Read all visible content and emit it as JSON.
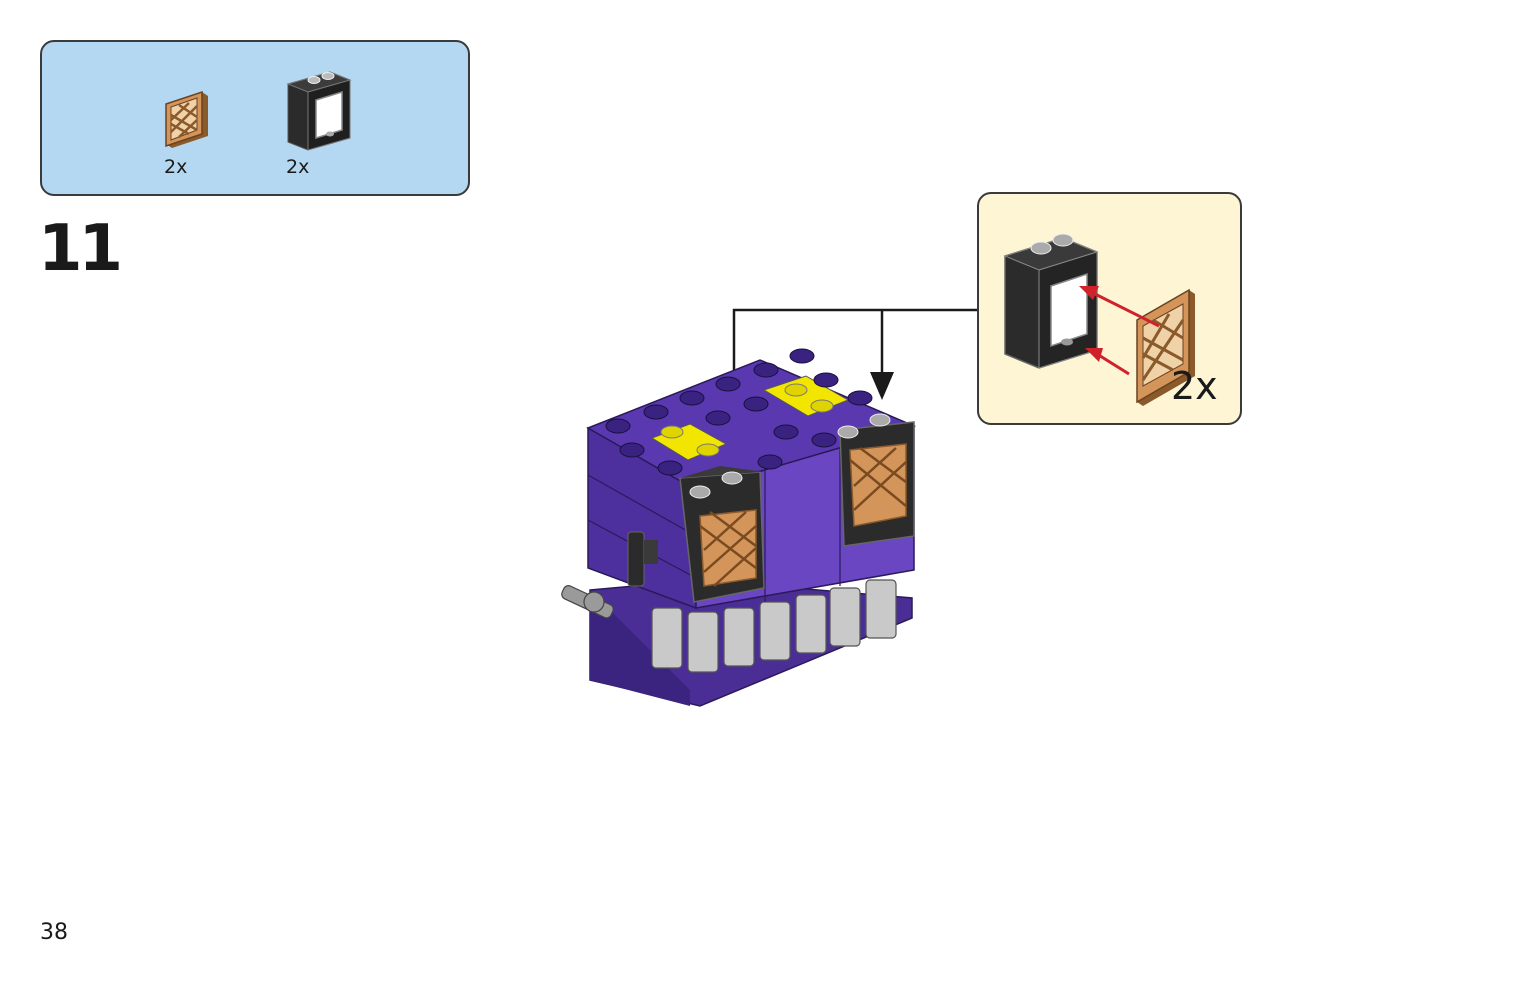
{
  "parts_list": {
    "items": [
      {
        "icon": "lattice-window-pane-icon",
        "count": "2x"
      },
      {
        "icon": "window-frame-icon",
        "count": "2x"
      }
    ]
  },
  "step": {
    "number": "11"
  },
  "callout": {
    "count": "2x"
  },
  "page": {
    "number": "38"
  },
  "colors": {
    "parts_box_bg": "#b5d8f2",
    "callout_bg": "#fdf5d4",
    "brick_purple": "#5c3aa8",
    "brick_yellow": "#f2e600",
    "frame_black": "#2b2b2b",
    "lattice_tan": "#c98b4f",
    "arrow_red": "#d0222a"
  }
}
